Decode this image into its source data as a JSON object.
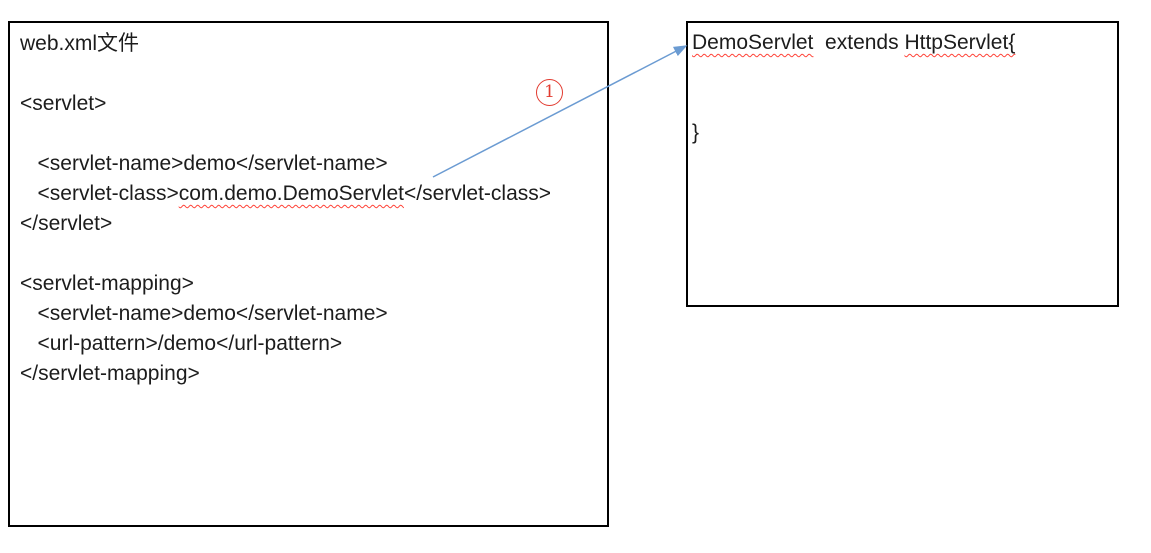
{
  "diagram": {
    "webxml_box": {
      "title": "web.xml文件",
      "servlet_open": "<servlet>",
      "servlet_name_line": "   <servlet-name>demo</servlet-name>",
      "servlet_class_prefix": "   <servlet-class>",
      "servlet_class_value": "com.demo.DemoServlet",
      "servlet_class_suffix": "</servlet-class>",
      "servlet_close": "</servlet>",
      "mapping_open": "<servlet-mapping>",
      "mapping_name_line": "   <servlet-name>demo</servlet-name>",
      "url_pattern_line": "   <url-pattern>/demo</url-pattern>",
      "mapping_close": "</servlet-mapping>"
    },
    "class_box": {
      "class_name": "DemoServlet",
      "extends_text": "  extends ",
      "superclass": "HttpServlet{",
      "closing_brace": "}"
    },
    "annotation": {
      "step_number": "1"
    },
    "colors": {
      "arrow_blue": "#6b9bd2",
      "annotation_red": "#e23b30",
      "squiggle_red": "#ff4136",
      "border_black": "#000000"
    }
  }
}
